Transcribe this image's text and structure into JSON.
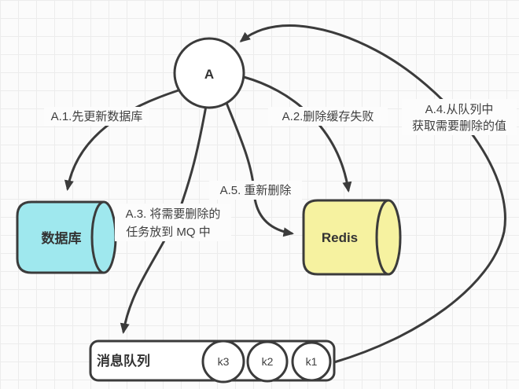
{
  "colors": {
    "stroke": "#3b3b3b",
    "database_fill": "#9fe8ee",
    "redis_fill": "#f6f2a0",
    "error_red": "#e22b4e"
  },
  "nodes": {
    "a": {
      "label": "A"
    },
    "database": {
      "label": "数据库"
    },
    "redis": {
      "label": "Redis"
    },
    "queue": {
      "label": "消息队列",
      "items": [
        "k3",
        "k2",
        "k1"
      ]
    }
  },
  "edges": {
    "a1": {
      "label": "A.1.先更新数据库"
    },
    "a2": {
      "label": "A.2.删除缓存失败"
    },
    "a3": {
      "line1": "A.3. 将需要删除的",
      "line2": "任务放到 MQ 中"
    },
    "a4": {
      "line1": "A.4.从队列中",
      "line2": "获取需要删除的值"
    },
    "a5": {
      "label": "A.5. 重新删除"
    }
  }
}
